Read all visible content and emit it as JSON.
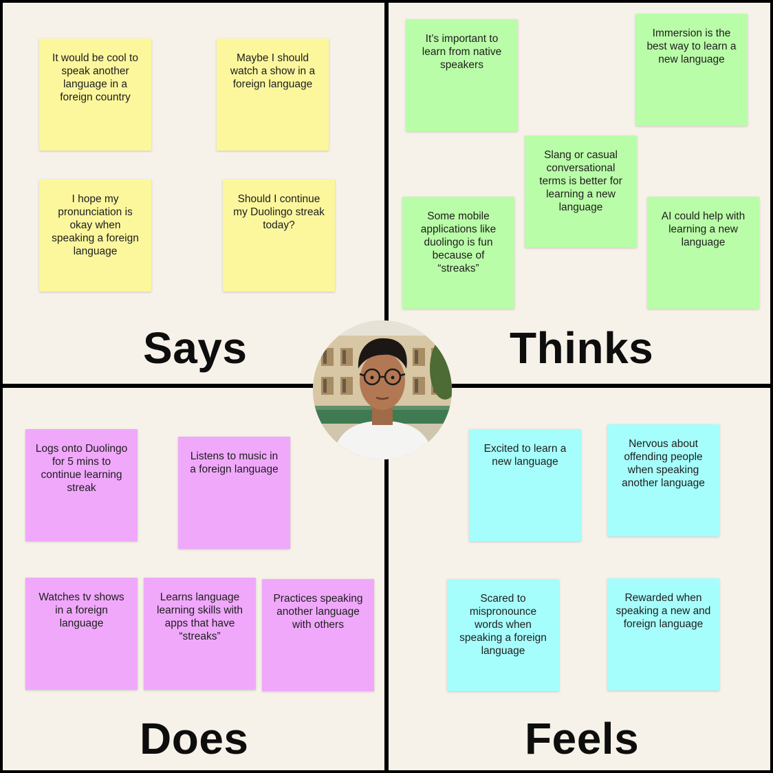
{
  "quadrants": {
    "says": {
      "title": "Says",
      "notes": [
        "It would be cool to speak another language in a foreign country",
        "Maybe I should watch a show in a foreign language",
        "I hope my pronunciation is okay when speaking a foreign language",
        "Should I continue my Duolingo streak today?"
      ]
    },
    "thinks": {
      "title": "Thinks",
      "notes": [
        "It’s important to learn from native speakers",
        "Immersion is the best way to learn a new language",
        "Slang or casual conversational terms is better for learning a new language",
        "Some mobile applications like duolingo is fun because of “streaks”",
        "AI could help with learning a new language"
      ]
    },
    "does": {
      "title": "Does",
      "notes": [
        "Logs onto Duolingo for 5 mins to continue learning streak",
        "Listens to music in a foreign language",
        "Watches tv shows in a foreign language",
        "Learns language learning skills with apps that have “streaks”",
        "Practices speaking another language with others"
      ]
    },
    "feels": {
      "title": "Feels",
      "notes": [
        "Excited to learn a new language",
        "Nervous about offending people when speaking another language",
        "Scared to mispronounce words when speaking a foreign language",
        "Rewarded when speaking a new and foreign language"
      ]
    }
  },
  "colors": {
    "board_bg": "#f6f2e9",
    "divider": "#000000",
    "says_note": "#fcf79d",
    "thinks_note": "#bafda8",
    "does_note": "#f0a8fb",
    "feels_note": "#a6fefc"
  },
  "avatar": {
    "icon": "user-photo-avatar"
  }
}
